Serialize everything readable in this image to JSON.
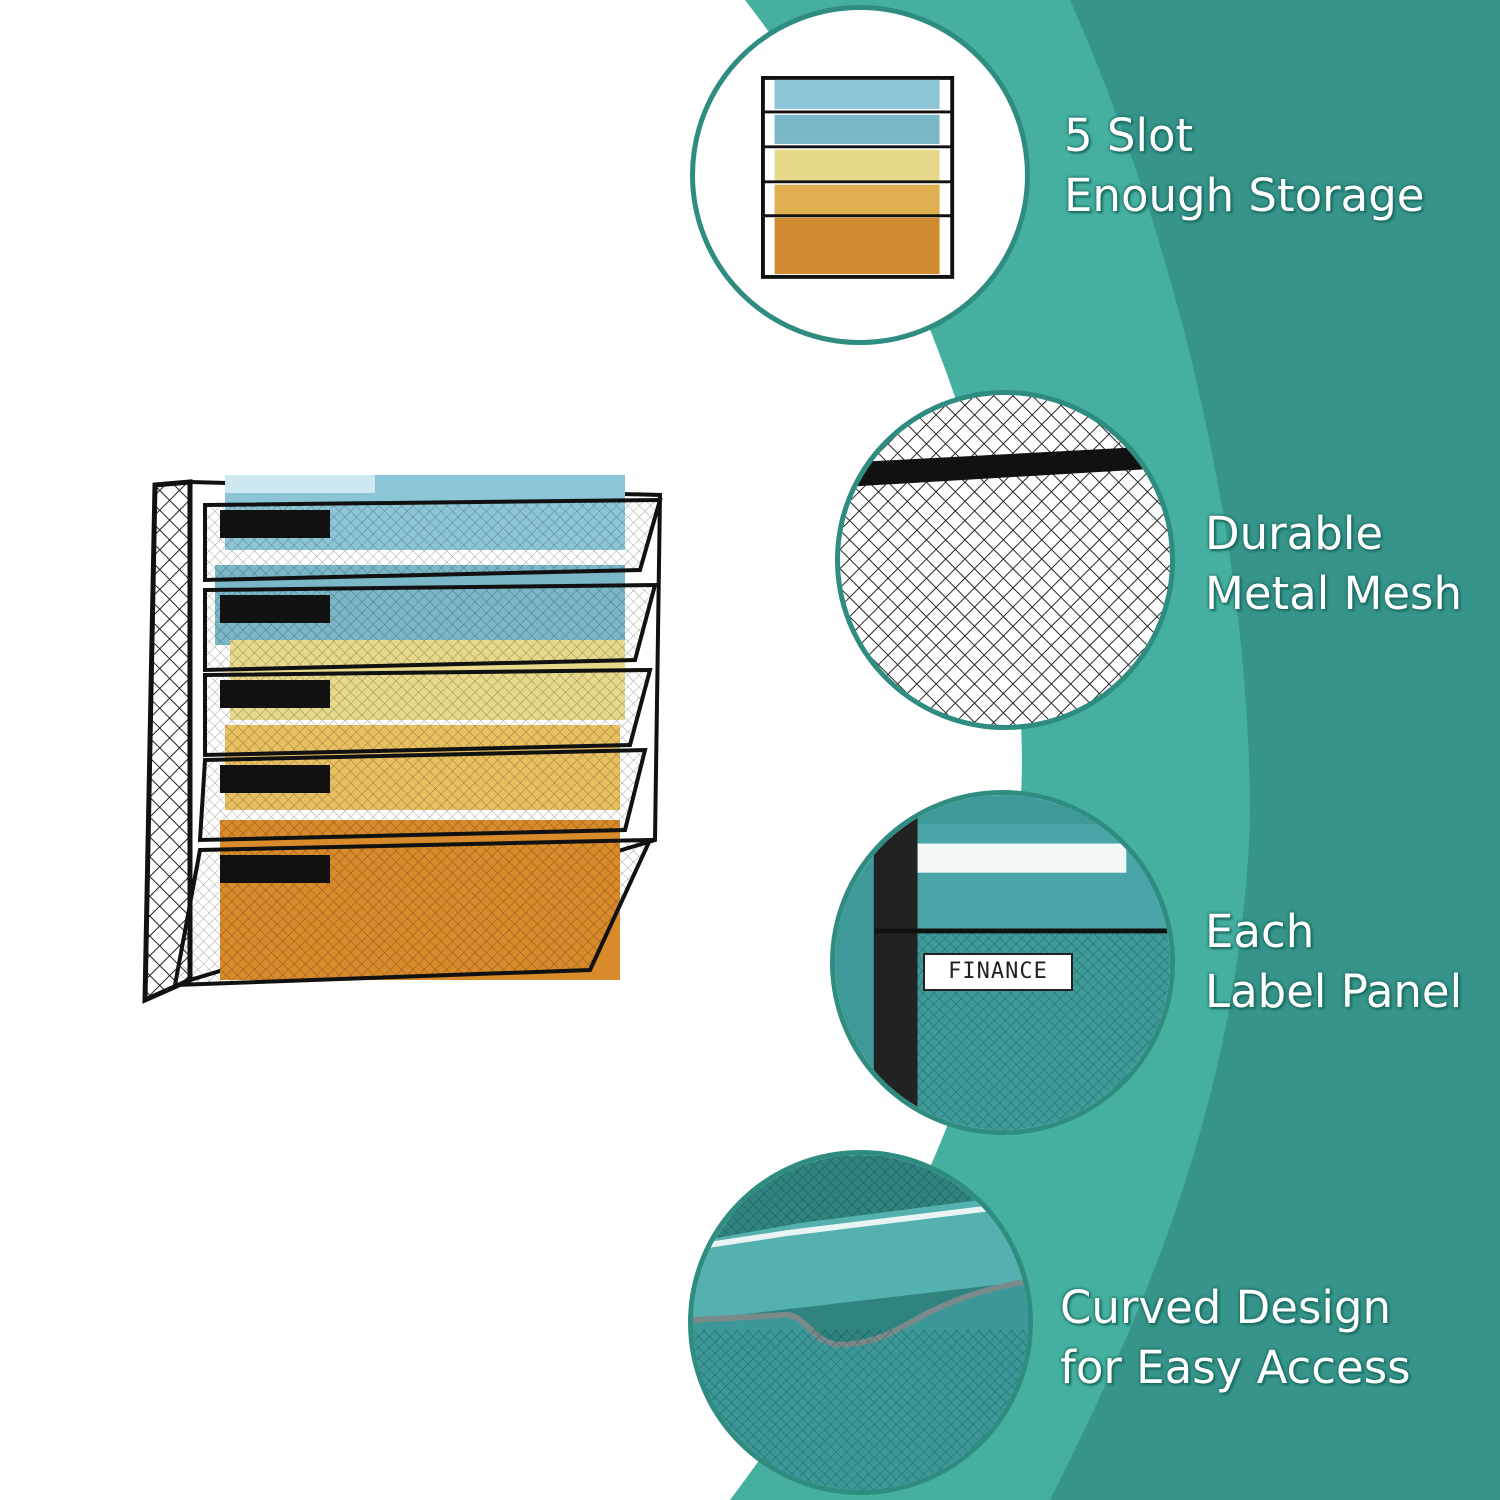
{
  "colors": {
    "light_teal": "#45b0a0",
    "dark_teal": "#36948a",
    "border": "#2f8c80"
  },
  "features": [
    {
      "line1": "5 Slot",
      "line2": "Enough Storage"
    },
    {
      "line1": "Durable",
      "line2": "Metal Mesh"
    },
    {
      "line1": "Each",
      "line2": "Label Panel"
    },
    {
      "line1": "Curved Design",
      "line2": "for Easy Access"
    }
  ],
  "label_panel_text": "FINANCE"
}
